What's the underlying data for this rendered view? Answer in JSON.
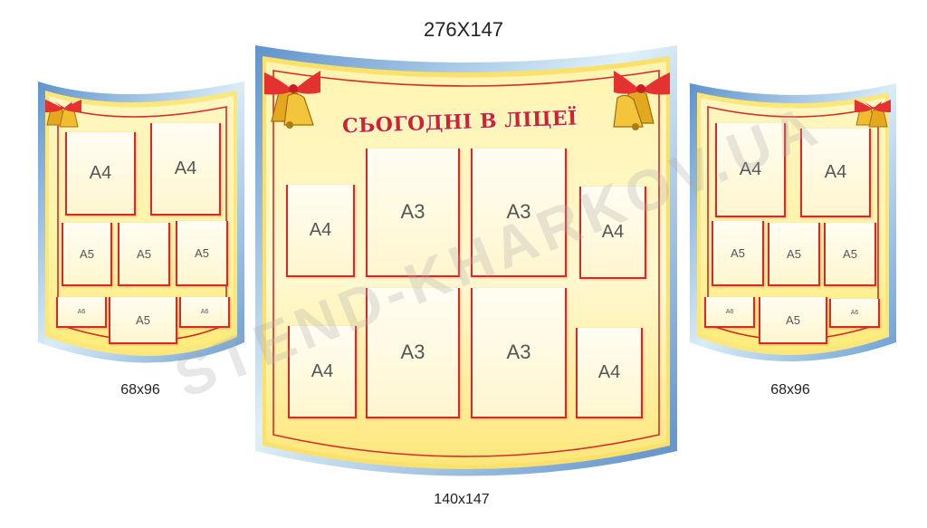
{
  "dimensions": {
    "top": "276X147",
    "center_bottom": "140x147",
    "left": "68x96",
    "right": "68x96"
  },
  "title": "СЬОГОДНІ В ЛІЦЕЇ",
  "watermark": "STEND-KHARKOV.UA",
  "colors": {
    "frame_blue": "#6fa0d4",
    "panel_yellow": "#fff2a0",
    "accent_red": "#d42a2a",
    "bell_gold": "#e3a81e"
  },
  "pockets": {
    "left": [
      "A4",
      "A4",
      "A5",
      "A5",
      "A5",
      "A6",
      "A5",
      "A6"
    ],
    "center": [
      "A4",
      "A3",
      "A3",
      "A4",
      "A4",
      "A3",
      "A3",
      "A4"
    ],
    "right": [
      "A4",
      "A4",
      "A5",
      "A5",
      "A5",
      "A6",
      "A5",
      "A6"
    ]
  }
}
